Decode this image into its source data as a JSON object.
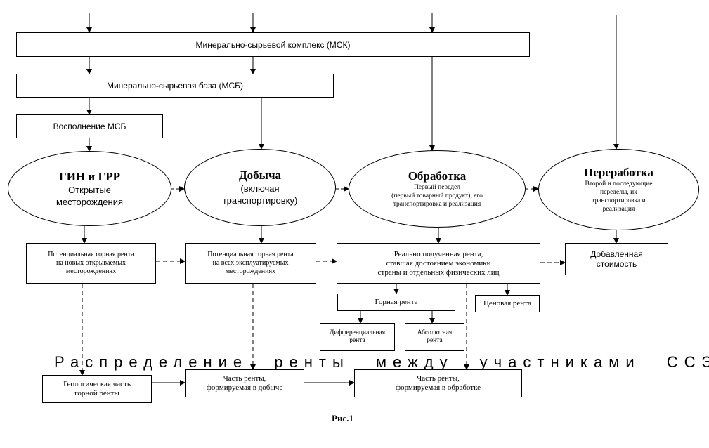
{
  "msk": "Минерально-сырьевой комплекс (МСК)",
  "msb": "Минерально-сырьевая база (МСБ)",
  "replenish": "Восполнение МСБ",
  "stages": [
    {
      "title": "ГИН и ГРР",
      "subtitle": "Открытые\nместорождения"
    },
    {
      "title": "Добыча",
      "subtitle": "(включая\nтранспортировку)"
    },
    {
      "title": "Обработка",
      "subtitle": "Первый передел\n(первый товарный продукт), его\nтранспортировка и реализация"
    },
    {
      "title": "Переработка",
      "subtitle": "Второй и последующие\nпеределы, их\nтранспортировка и\nреализация"
    }
  ],
  "rent_boxes": [
    "Потенциальная горная рента\nна новых открываемых\nместорождениях",
    "Потенциальная горная рента\nна всех эксплуатируемых\nместорождениях",
    "Реально полученная рента,\nставшая достоянием экономики\nстраны и отдельных физических лиц"
  ],
  "added_value": "Добавленная\nстоимость",
  "mining_rent": "Горная рента",
  "price_rent": "Ценовая рента",
  "differential_rent": "Дифференциальная\nрента",
  "absolute_rent": "Абсолютная\nрента",
  "distribution_caption": "Распределение ренты между участниками ССЭ",
  "shares": [
    "Геологическая часть\nгорной ренты",
    "Часть ренты,\nформируемая в добыче",
    "Часть ренты,\nформируемая в обработке"
  ],
  "figure_label": "Рис.1"
}
